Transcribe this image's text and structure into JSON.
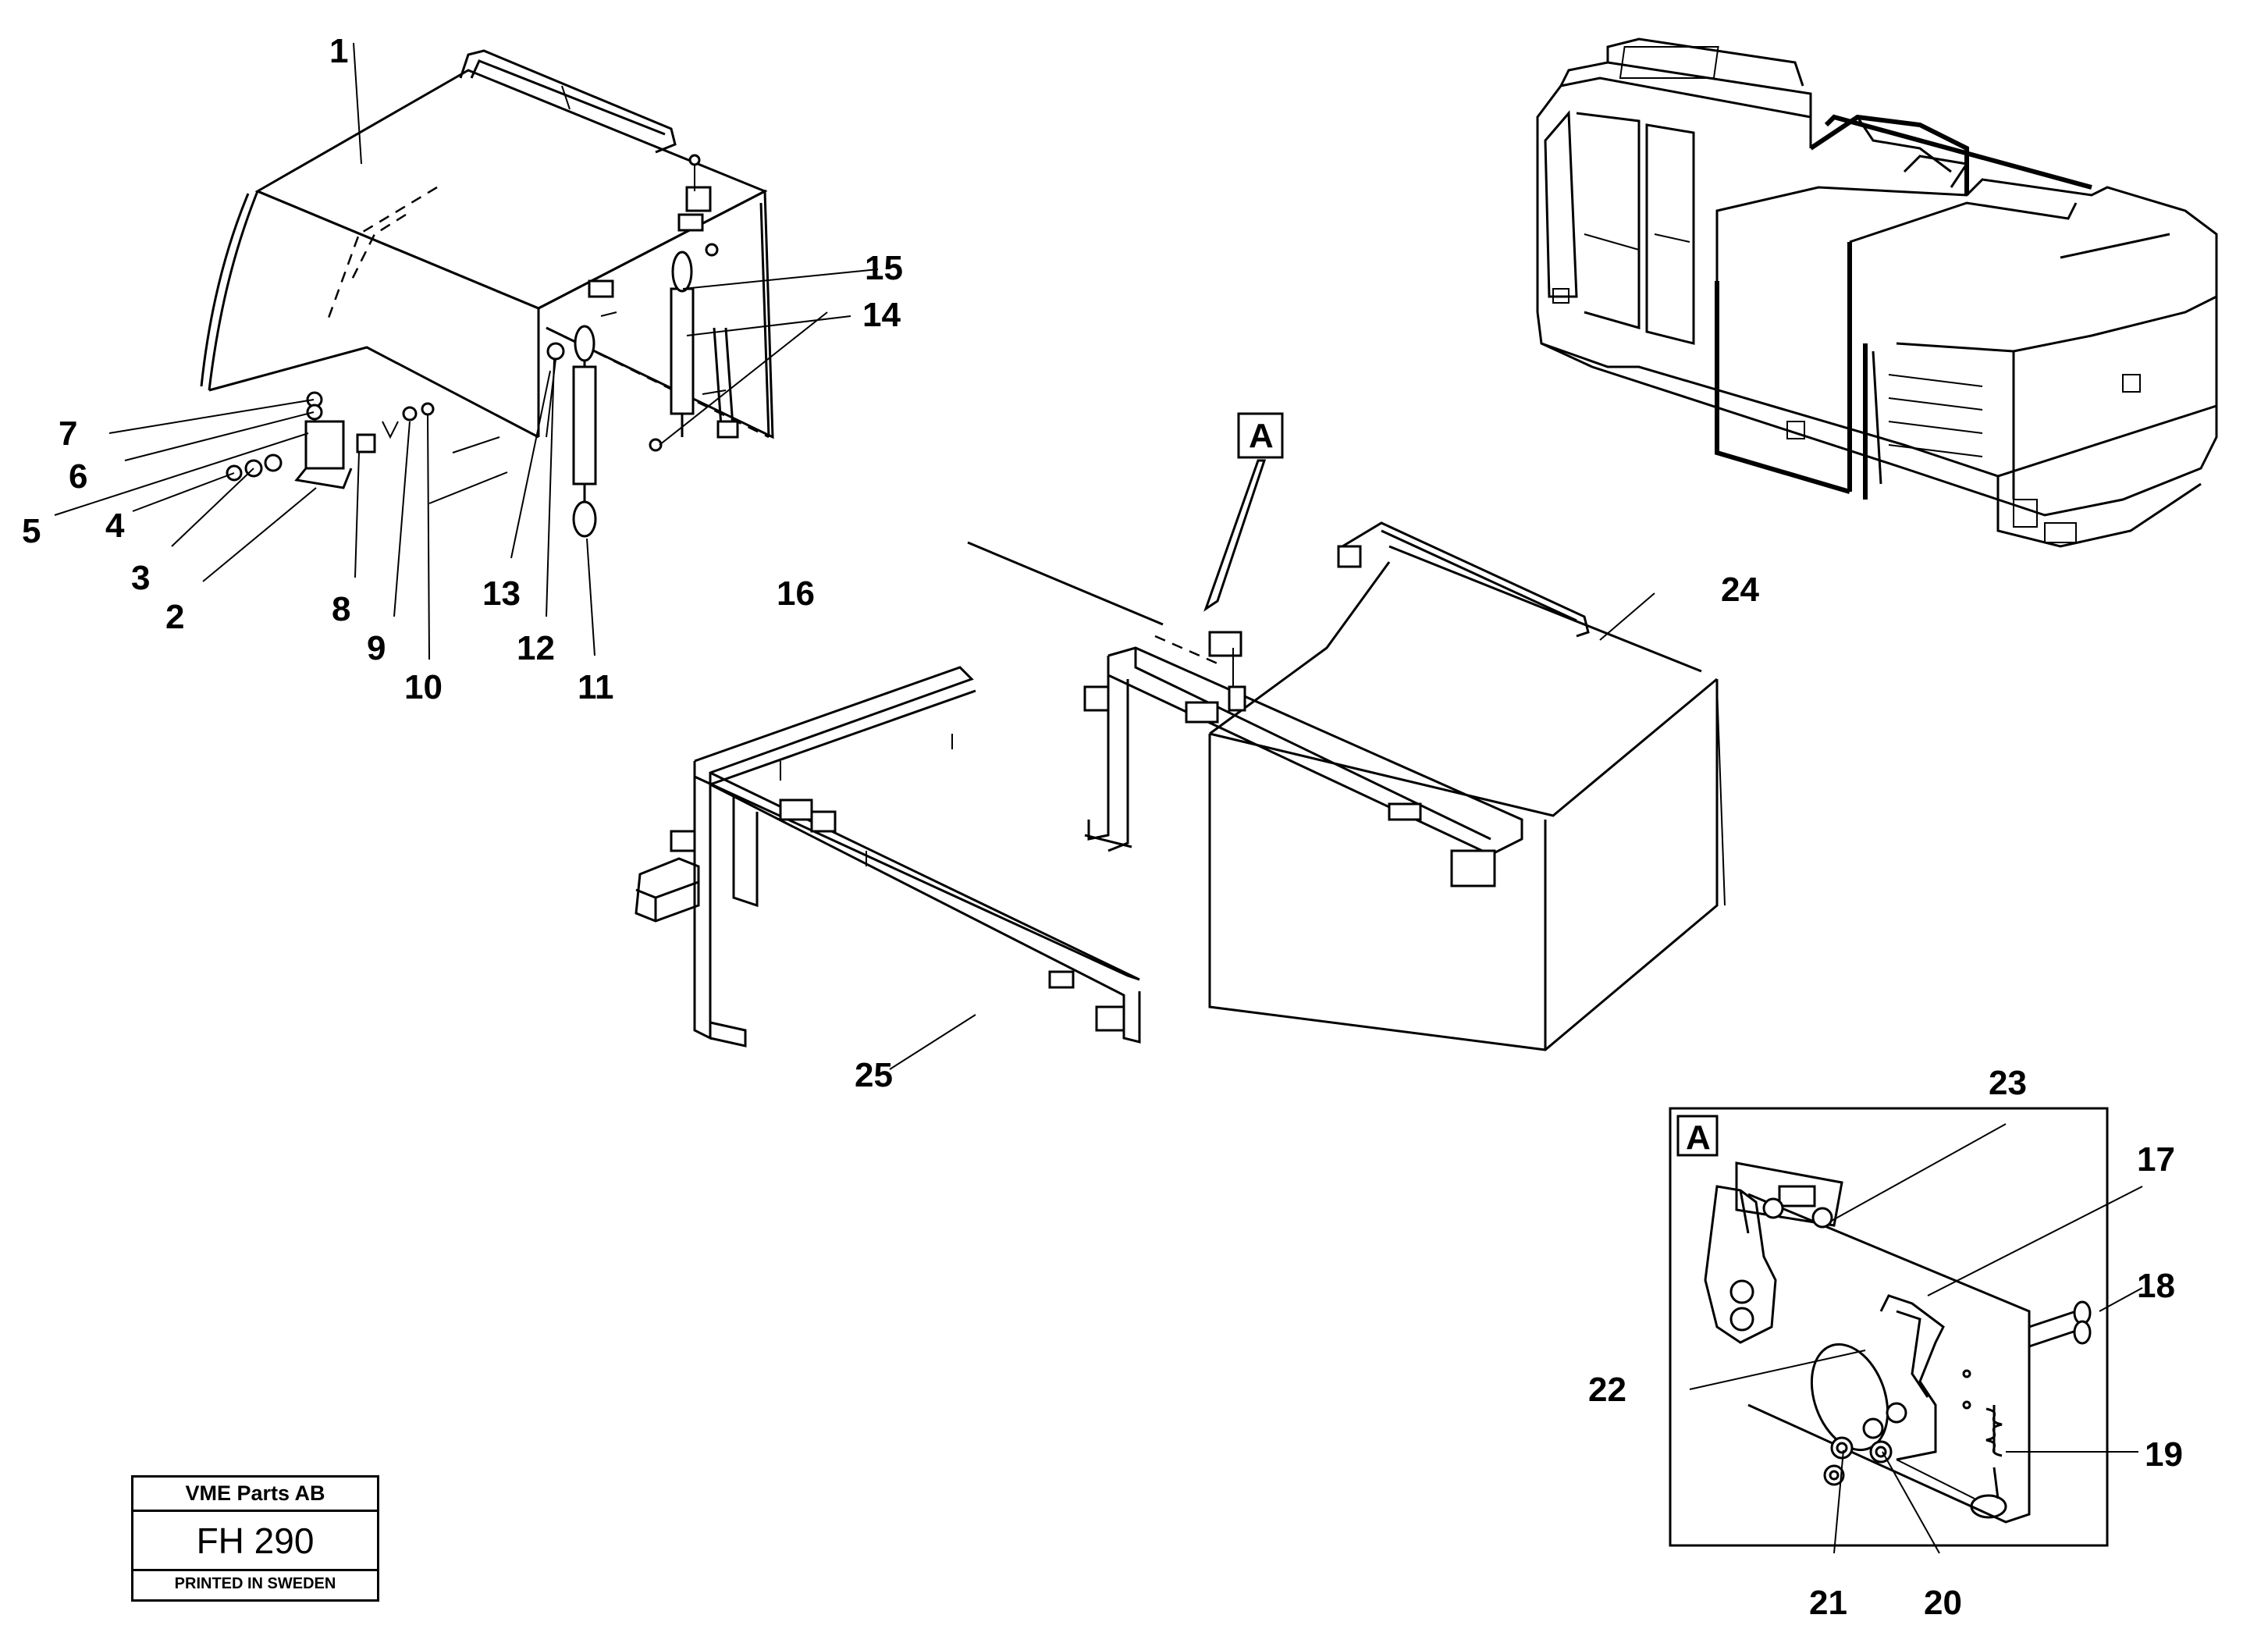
{
  "callouts": {
    "c1": "1",
    "c2": "2",
    "c3": "3",
    "c4": "4",
    "c5": "5",
    "c6": "6",
    "c7": "7",
    "c8": "8",
    "c9": "9",
    "c10": "10",
    "c11": "11",
    "c12": "12",
    "c13": "13",
    "c14": "14",
    "c15": "15",
    "c16": "16",
    "c17": "17",
    "c18": "18",
    "c19": "19",
    "c20": "20",
    "c21": "21",
    "c22": "22",
    "c23": "23",
    "c24": "24",
    "c25": "25"
  },
  "detail": {
    "marker_label": "A",
    "inset_label": "A"
  },
  "stamp": {
    "company": "VME Parts AB",
    "code": "FH 290",
    "printed": "PRINTED IN SWEDEN"
  }
}
